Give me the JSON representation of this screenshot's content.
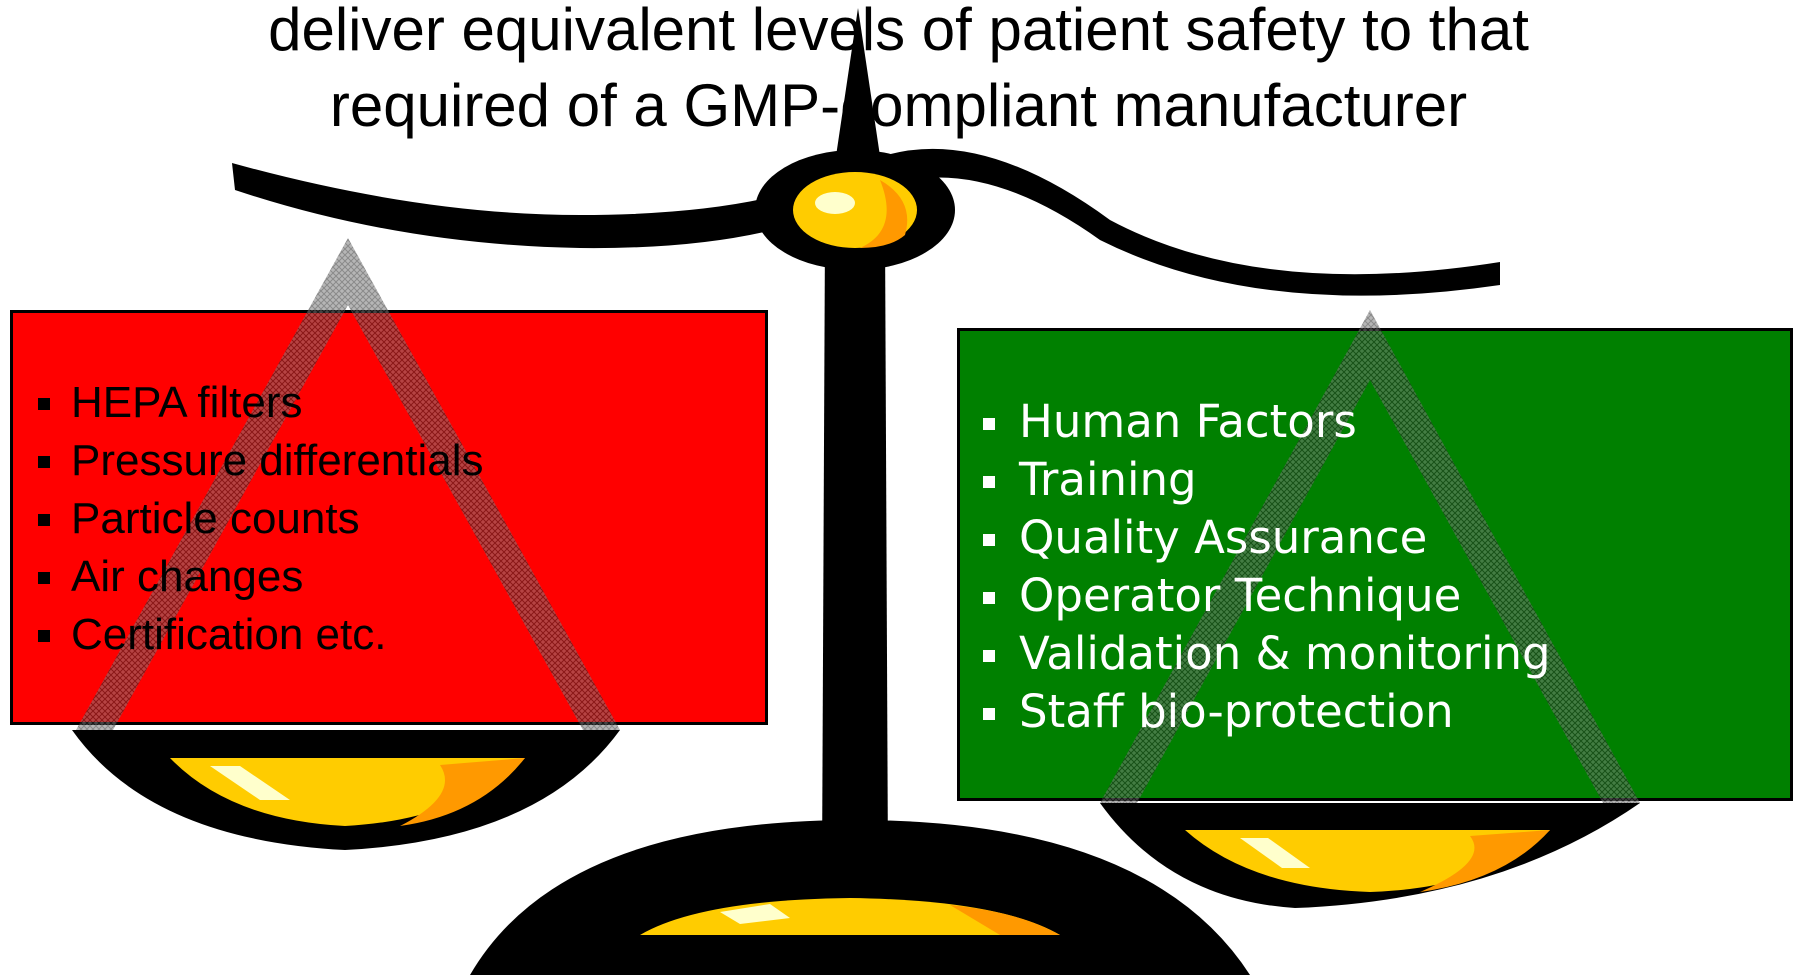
{
  "title": {
    "line1": "deliver equivalent levels of patient safety to that",
    "line2": "required of a GMP-compliant manufacturer"
  },
  "left_panel": {
    "items": [
      "HEPA filters",
      "Pressure differentials",
      "Particle counts",
      "Air changes",
      "Certification etc."
    ]
  },
  "right_panel": {
    "items": [
      "Human Factors",
      "Training",
      "Quality Assurance",
      "Operator Technique",
      "Validation & monitoring",
      "Staff bio-protection"
    ]
  },
  "colors": {
    "left_panel_fill": "#ff0000",
    "right_panel_fill": "#008000",
    "left_text": "#000000",
    "right_text": "#ffffff",
    "scale_black": "#000000",
    "gold": "#ffcc00",
    "gold_dark": "#ff9900",
    "highlight": "#ffffcc"
  }
}
